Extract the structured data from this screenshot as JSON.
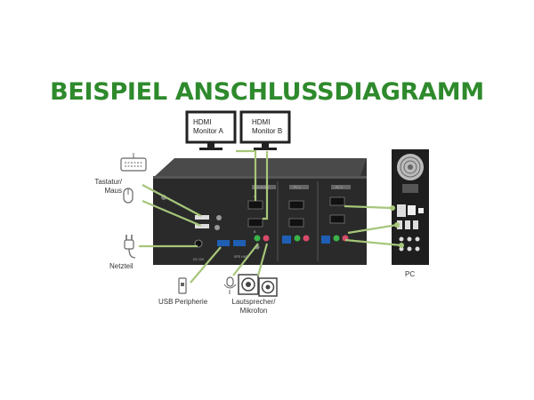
{
  "title": "BEISPIEL ANSCHLUSSDIAGRAMM",
  "monitors": [
    {
      "line1": "HDMI",
      "line2": "Monitor A"
    },
    {
      "line1": "HDMI",
      "line2": "Monitor B"
    }
  ],
  "labels": {
    "keyboard_mouse_1": "Tastatur/",
    "keyboard_mouse_2": "Maus",
    "power": "Netzteil",
    "usb": "USB Peripherie",
    "audio_1": "Lautsprecher/",
    "audio_2": "Mikrofon",
    "pc": "PC"
  },
  "device": {
    "console_tag": "CONSOLE",
    "pc1_tag": "PC 1",
    "pc2_tag": "PC 2",
    "dc_label": "DC 12V",
    "usb_hub_label": "SPD HUB",
    "port_a": "A",
    "port_b": "B"
  },
  "colors": {
    "accent": "#2e8a2c",
    "connector": "#a6c67a",
    "device": "#2a2a2a"
  }
}
